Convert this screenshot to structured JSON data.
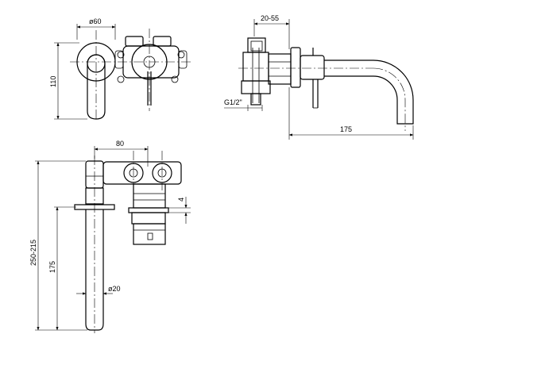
{
  "drawing": {
    "front_view": {
      "diameter_label": "ø60",
      "height_label": "110"
    },
    "side_view": {
      "depth_range_label": "20-55",
      "thread_label": "G1/2\"",
      "spout_reach_label": "175"
    },
    "top_view": {
      "spacing_label": "80",
      "wall_gap_label": "4",
      "total_height_label": "250-215",
      "spout_length_label": "175",
      "spout_diameter_label": "ø20"
    }
  }
}
